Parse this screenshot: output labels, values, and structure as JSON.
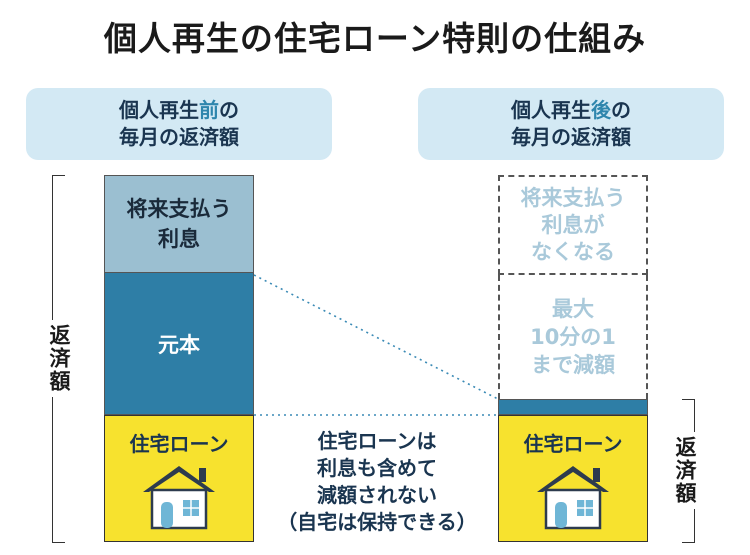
{
  "title": "個人再生の住宅ローン特則の仕組み",
  "before": {
    "line1_a": "個人再生",
    "line1_b": "前",
    "line1_c": "の",
    "line2": "毎月の返済額",
    "interest_l1": "将来支払う",
    "interest_l2": "利息",
    "principal": "元本",
    "mortgage": "住宅ローン"
  },
  "after": {
    "line1_a": "個人再生",
    "line1_b": "後",
    "line1_c": "の",
    "line2": "毎月の返済額",
    "interest_l1": "将来支払う",
    "interest_l2": "利息が",
    "interest_l3": "なくなる",
    "reduce_l1": "最大",
    "reduce_l2": "10分の1",
    "reduce_l3": "まで減額",
    "mortgage": "住宅ローン"
  },
  "bracket_label": "返済額",
  "middle_note": {
    "l1": "住宅ローンは",
    "l2": "利息も含めて",
    "l3": "減額されない",
    "l4": "（自宅は保持できる）"
  },
  "colors": {
    "interest": "#9bbfd1",
    "principal": "#2e7ea6",
    "mortgage": "#f7e22e",
    "label_bg": "#d3e9f4",
    "accent": "#2f86ad"
  }
}
